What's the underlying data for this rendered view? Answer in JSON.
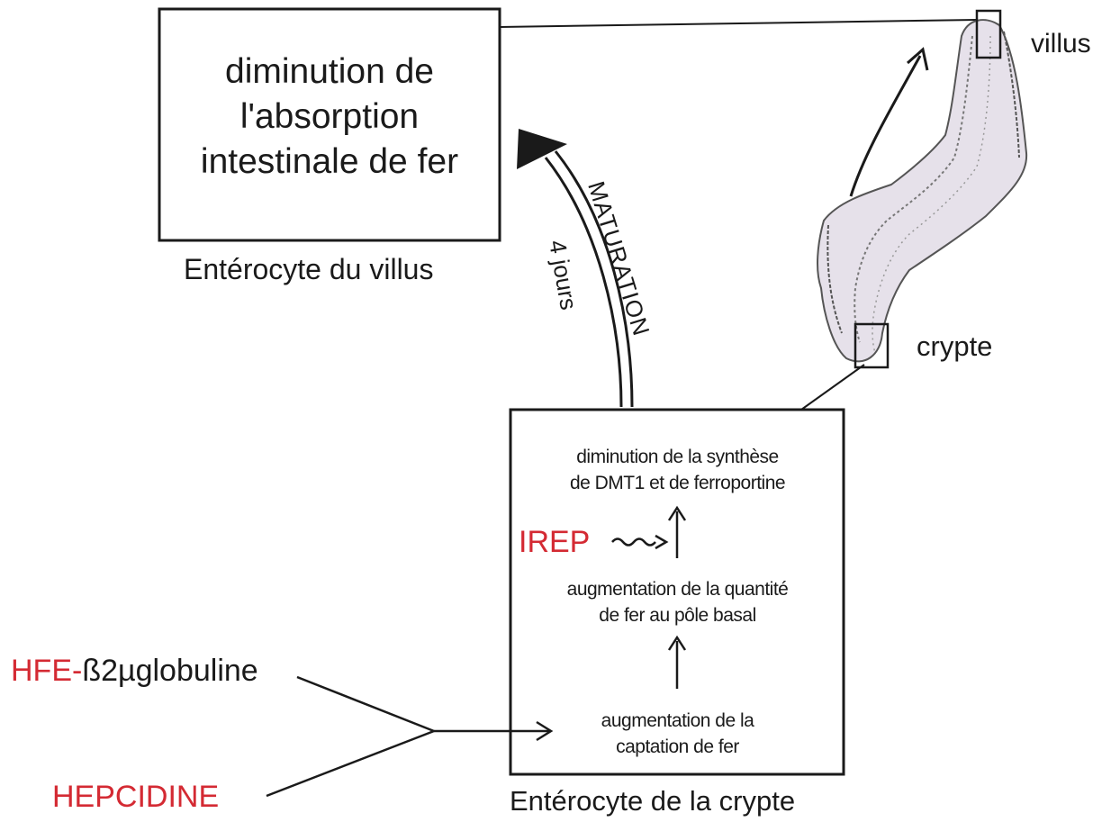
{
  "villus_box": {
    "line1": "diminution de",
    "line2": "l'absorption",
    "line3": "intestinale de fer"
  },
  "villus_caption": "Entérocyte du villus",
  "maturation": {
    "label": "MATURATION",
    "duration": "4 jours"
  },
  "histology": {
    "villus_label": "villus",
    "crypte_label": "crypte"
  },
  "crypt_box": {
    "step3_line1": "diminution de la synthèse",
    "step3_line2": "de DMT1 et de ferroportine",
    "step2_line1": "augmentation de la quantité",
    "step2_line2": "de fer au pôle basal",
    "step1_line1": "augmentation de la",
    "step1_line2": "captation de fer",
    "irep": "IREP"
  },
  "crypt_caption": "Entérocyte de la crypte",
  "inputs": {
    "hfe_prefix": "HFE-",
    "hfe_suffix": "ß2µglobuline",
    "hepcidine": "HEPCIDINE"
  },
  "colors": {
    "accent_red": "#d42a33",
    "ink": "#1a1a1a",
    "tissue": "#c9c3cf"
  }
}
